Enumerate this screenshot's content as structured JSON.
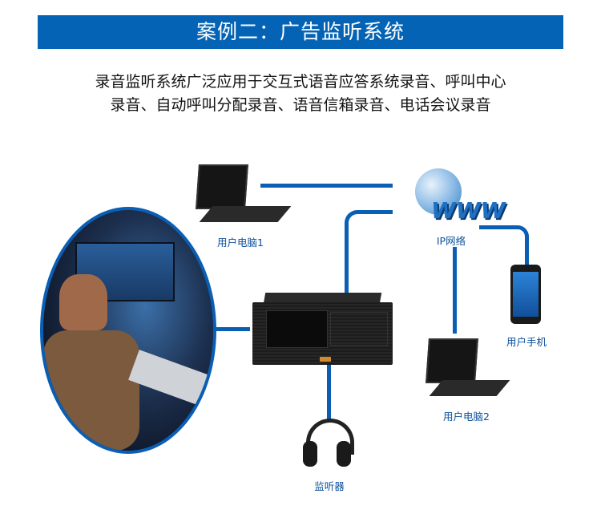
{
  "title": "案例二：广告监听系统",
  "description": [
    "录音监听系统广泛应用于交互式语音应答系统录音、呼叫中心",
    "录音、自动呼叫分配录音、语音信箱录音、电话会议录音"
  ],
  "nodes": {
    "laptop1": "用户电脑1",
    "network": "IP网络",
    "www": "www",
    "phone": "用户手机",
    "laptop2": "用户电脑2",
    "monitor": "监听器"
  },
  "colors": {
    "accent": "#0463b5"
  }
}
